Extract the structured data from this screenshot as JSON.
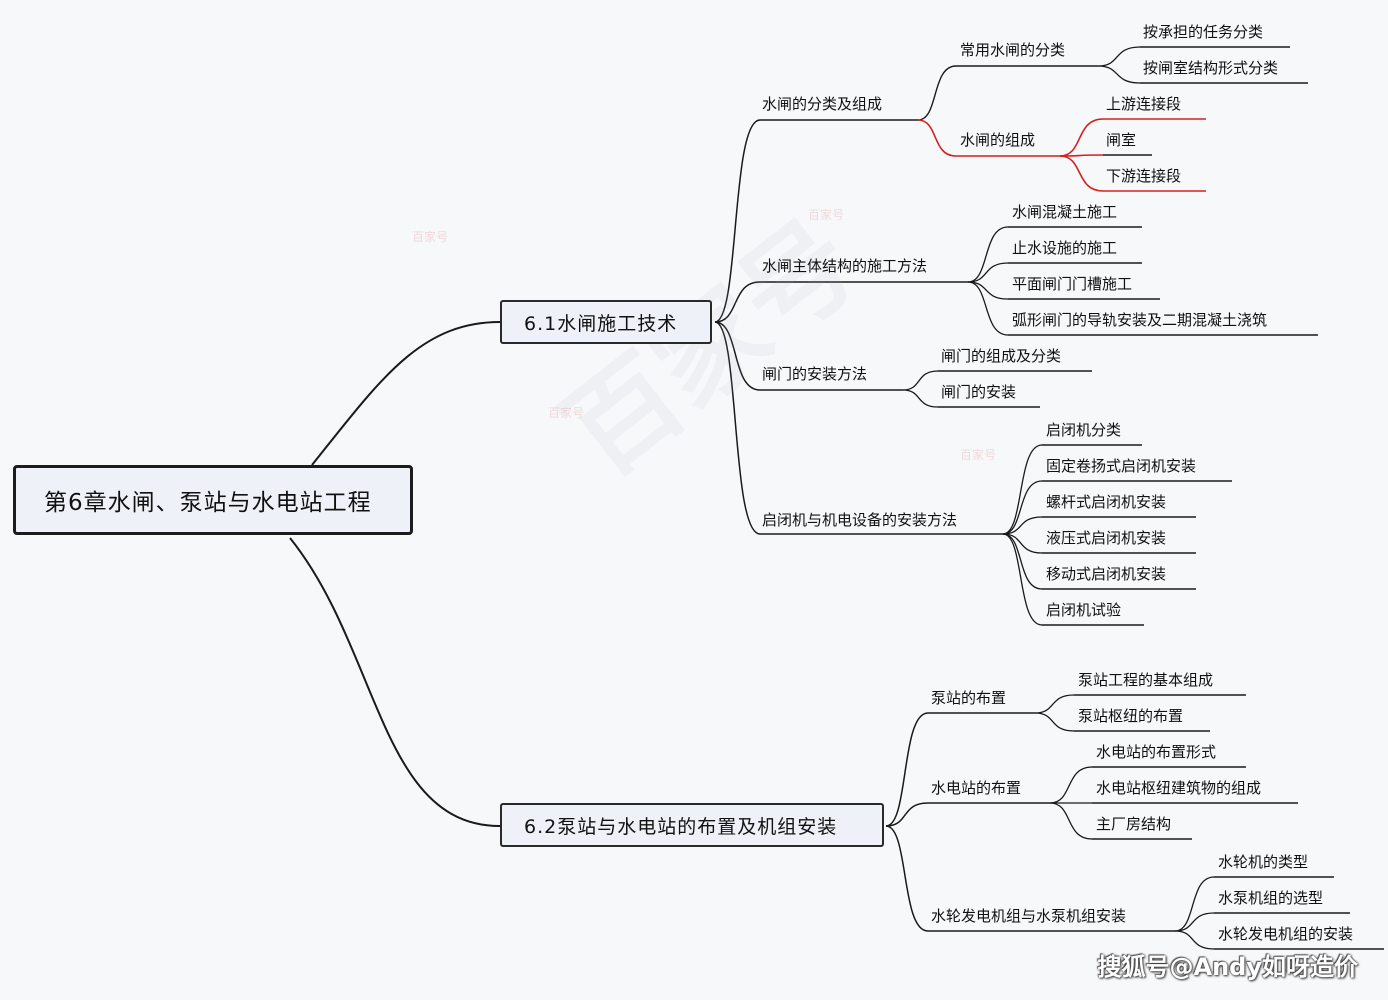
{
  "root": {
    "label": "第6章水闸、泵站与水电站工程"
  },
  "sections": [
    {
      "label": "6.1水闸施工技术",
      "children": [
        {
          "label": "水闸的分类及组成",
          "children": [
            {
              "label": "常用水闸的分类",
              "children": [
                {
                  "label": "按承担的任务分类"
                },
                {
                  "label": "按闸室结构形式分类"
                }
              ]
            },
            {
              "label": "水闸的组成",
              "children": [
                {
                  "label": "上游连接段"
                },
                {
                  "label": "闸室"
                },
                {
                  "label": "下游连接段"
                }
              ]
            }
          ]
        },
        {
          "label": "水闸主体结构的施工方法",
          "children": [
            {
              "label": "水闸混凝土施工"
            },
            {
              "label": "止水设施的施工"
            },
            {
              "label": "平面闸门门槽施工"
            },
            {
              "label": "弧形闸门的导轨安装及二期混凝土浇筑"
            }
          ]
        },
        {
          "label": "闸门的安装方法",
          "children": [
            {
              "label": "闸门的组成及分类"
            },
            {
              "label": "闸门的安装"
            }
          ]
        },
        {
          "label": "启闭机与机电设备的安装方法",
          "children": [
            {
              "label": "启闭机分类"
            },
            {
              "label": "固定卷扬式启闭机安装"
            },
            {
              "label": "螺杆式启闭机安装"
            },
            {
              "label": "液压式启闭机安装"
            },
            {
              "label": "移动式启闭机安装"
            },
            {
              "label": "启闭机试验"
            }
          ]
        }
      ]
    },
    {
      "label": "6.2泵站与水电站的布置及机组安装",
      "children": [
        {
          "label": "泵站的布置",
          "children": [
            {
              "label": "泵站工程的基本组成"
            },
            {
              "label": "泵站枢纽的布置"
            }
          ]
        },
        {
          "label": "水电站的布置",
          "children": [
            {
              "label": "水电站的布置形式"
            },
            {
              "label": "水电站枢纽建筑物的组成"
            },
            {
              "label": "主厂房结构"
            }
          ]
        },
        {
          "label": "水轮发电机组与水泵机组安装",
          "children": [
            {
              "label": "水轮机的类型"
            },
            {
              "label": "水泵机组的选型"
            },
            {
              "label": "水轮发电机组的安装"
            }
          ]
        }
      ]
    }
  ],
  "watermark": {
    "big_text": "百家号",
    "small_text": "百家号"
  },
  "credit": "搜狐号@Andy如呀造价",
  "colors": {
    "line": "#1a1a1a",
    "highlight": "#d42020",
    "box_fill": "#eef2f8"
  }
}
